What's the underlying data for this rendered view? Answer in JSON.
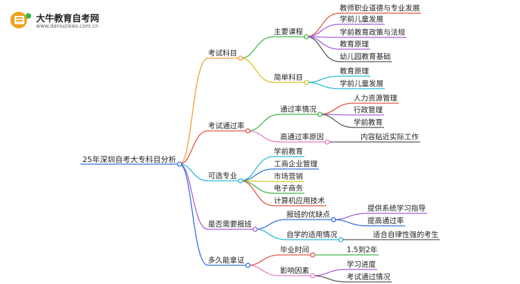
{
  "logo": {
    "title": "大牛教育自考网",
    "url": "www.daniuzikao.com.cn"
  },
  "mindmap": {
    "root": "25年深圳自考大专科目分析",
    "branches": [
      {
        "label": "考试科目",
        "color": "#f59a2f",
        "children": [
          {
            "label": "主要课程",
            "color": "#3bb34a",
            "children": [
              {
                "label": "教师职业道德与专业发展",
                "color": "#e0523f"
              },
              {
                "label": "学前儿童发展",
                "color": "#a559d9"
              },
              {
                "label": "学前教育政策与法规",
                "color": "#a559d9"
              },
              {
                "label": "教育原理",
                "color": "#a559d9"
              },
              {
                "label": "幼儿园教育基础",
                "color": "#555555"
              }
            ]
          },
          {
            "label": "简单科目",
            "color": "#d4c21e",
            "children": [
              {
                "label": "教育原理",
                "color": "#27b7d6"
              },
              {
                "label": "学前儿童发展",
                "color": "#27b7d6"
              }
            ]
          }
        ]
      },
      {
        "label": "考试通过率",
        "color": "#e0523f",
        "children": [
          {
            "label": "通过率情况",
            "color": "#3bb34a",
            "children": [
              {
                "label": "人力资源管理",
                "color": "#e0523f"
              },
              {
                "label": "行政管理",
                "color": "#a559d9"
              },
              {
                "label": "学前教育",
                "color": "#555555"
              }
            ]
          },
          {
            "label": "高通过率原因",
            "color": "#e679c4",
            "children": [
              {
                "label": "内容贴近实际工作",
                "color": "#555555"
              }
            ]
          }
        ]
      },
      {
        "label": "可选专业",
        "color": "#27b7d6",
        "children": [
          {
            "label": "学前教育",
            "color": "#27b7d6"
          },
          {
            "label": "工商企业管理",
            "color": "#2a6fdb"
          },
          {
            "label": "市场营销",
            "color": "#d4c21e"
          },
          {
            "label": "电子商务",
            "color": "#3bb34a"
          },
          {
            "label": "计算机应用技术",
            "color": "#e0523f"
          }
        ]
      },
      {
        "label": "是否需要报班",
        "color": "#a559d9",
        "children": [
          {
            "label": "报班的优缺点",
            "color": "#2a6fdb",
            "children": [
              {
                "label": "提供系统学习指导",
                "color": "#a559d9"
              },
              {
                "label": "提高通过率",
                "color": "#2a6fdb"
              }
            ]
          },
          {
            "label": "自学的适用情况",
            "color": "#27b7d6",
            "children": [
              {
                "label": "适合自律性强的考生",
                "color": "#555555"
              }
            ]
          }
        ]
      },
      {
        "label": "多久能拿证",
        "color": "#2a6fdb",
        "children": [
          {
            "label": "毕业时间",
            "color": "#e0523f",
            "children": [
              {
                "label": "1.5到2年",
                "color": "#3bb34a"
              }
            ]
          },
          {
            "label": "影响因素",
            "color": "#e679c4",
            "children": [
              {
                "label": "学习进度",
                "color": "#a559d9"
              },
              {
                "label": "考试通过情况",
                "color": "#555555"
              }
            ]
          }
        ]
      }
    ]
  }
}
